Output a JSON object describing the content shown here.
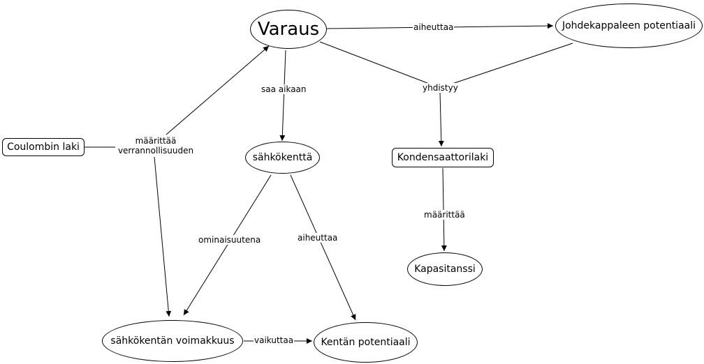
{
  "nodes": {
    "varaus": "Varaus",
    "johdekappaleen_potentiaali": "Johdekappaleen potentiaali",
    "coulombin_laki": "Coulombin laki",
    "sahkokentta": "sähkökenttä",
    "kondensaattorilaki": "Kondensaattorilaki",
    "kapasitanssi": "Kapasitanssi",
    "sahkokentan_voimakkuus": "sähkökentän voimakkuus",
    "kentan_potentiaali": "Kentän potentiaali"
  },
  "links": {
    "aiheuttaa_top": "aiheuttaa",
    "saa_aikaan": "saa aikaan",
    "yhdistyy": "yhdistyy",
    "maarittaa_1": "määrittää",
    "maarittaa_2": "verrannollisuuden",
    "ominaisuutena": "ominaisuutena",
    "aiheuttaa_mid": "aiheuttaa",
    "maarittaa_right": "määrittää",
    "vaikuttaa": "vaikuttaa"
  }
}
